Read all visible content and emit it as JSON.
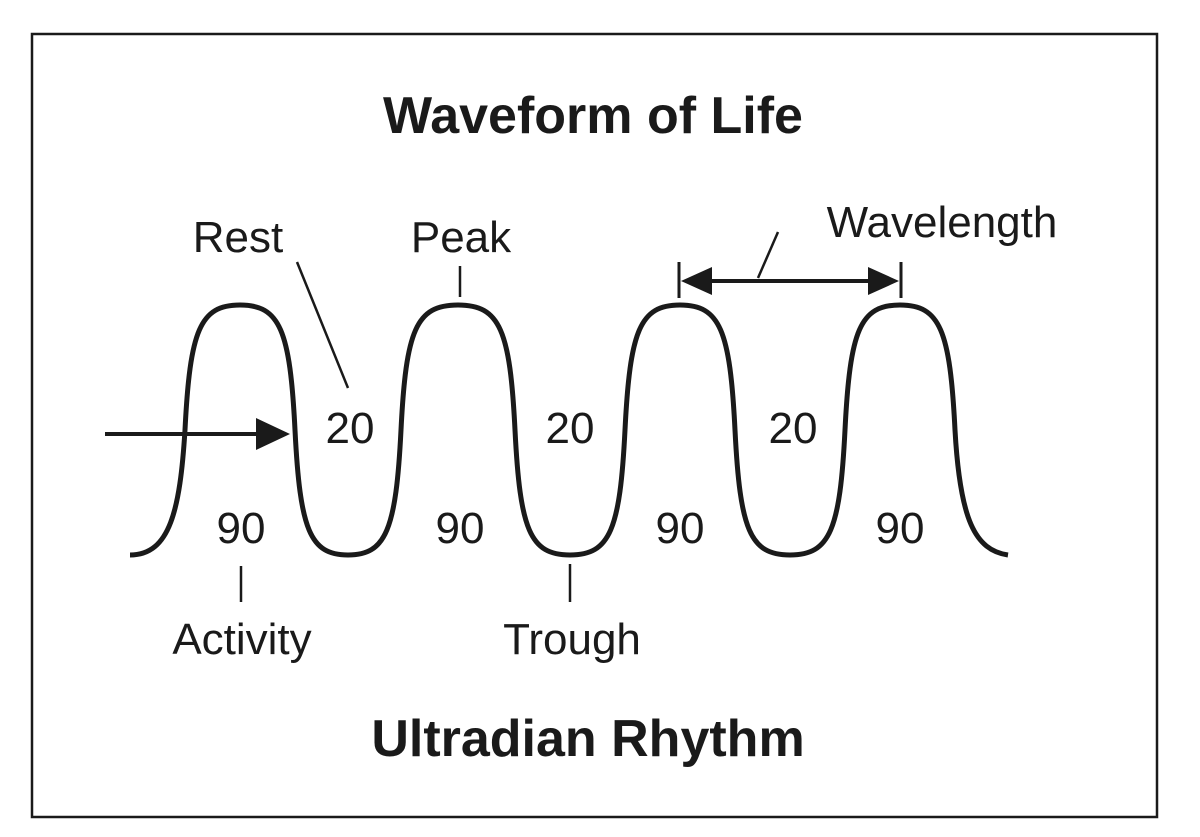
{
  "title": "Waveform of Life",
  "subtitle": "Ultradian Rhythm",
  "labels": {
    "rest": "Rest",
    "peak": "Peak",
    "wavelength": "Wavelength",
    "activity": "Activity",
    "trough": "Trough"
  },
  "cycle": {
    "activity_minutes": "90",
    "rest_minutes": "20"
  },
  "activity_values": [
    "90",
    "90",
    "90",
    "90"
  ],
  "rest_values": [
    "20",
    "20",
    "20"
  ],
  "colors": {
    "ink": "#1a1a1a",
    "background": "#ffffff"
  }
}
